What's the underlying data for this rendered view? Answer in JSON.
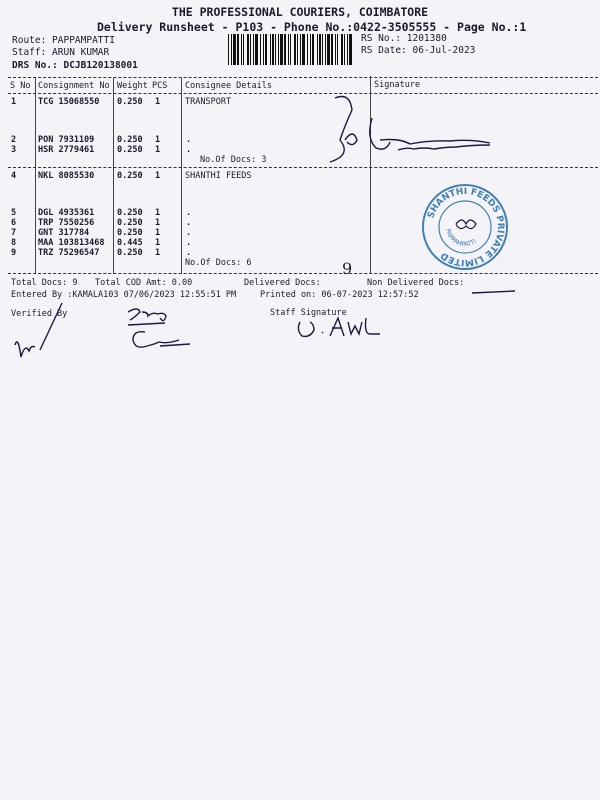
{
  "header": {
    "company": "THE PROFESSIONAL COURIERS, COIMBATORE",
    "subtitle": "Delivery Runsheet - P103 - Phone No.:0422-3505555 - Page No.:1",
    "route": "Route: PAPPAMPATTI",
    "staff": "Staff: ARUN KUMAR",
    "drs": "DRS No.: DCJB120138001",
    "rs_no": "RS No.: 1201380",
    "rs_date": "RS Date: 06-Jul-2023"
  },
  "columns": [
    "S No",
    "Consignment No",
    "Weight",
    "PCS",
    "Consignee Details",
    "Signature"
  ],
  "groups": [
    {
      "consignee": "TRANSPORT",
      "docs": "No.Of Docs: 3",
      "rows": [
        {
          "sno": "1",
          "cn": "TCG 15068550",
          "weight": "0.250",
          "pcs": "1",
          "detail": ""
        },
        {
          "sno": "2",
          "cn": "PON 7931109",
          "weight": "0.250",
          "pcs": "1",
          "detail": "."
        },
        {
          "sno": "3",
          "cn": "HSR 2779461",
          "weight": "0.250",
          "pcs": "1",
          "detail": "."
        }
      ]
    },
    {
      "consignee": "SHANTHI FEEDS",
      "docs": "No.Of Docs: 6",
      "rows": [
        {
          "sno": "4",
          "cn": "NKL 8085530",
          "weight": "0.250",
          "pcs": "1",
          "detail": ""
        },
        {
          "sno": "5",
          "cn": "DGL 4935361",
          "weight": "0.250",
          "pcs": "1",
          "detail": "."
        },
        {
          "sno": "6",
          "cn": "TRP 7550256",
          "weight": "0.250",
          "pcs": "1",
          "detail": "."
        },
        {
          "sno": "7",
          "cn": "GNT 317784",
          "weight": "0.250",
          "pcs": "1",
          "detail": "."
        },
        {
          "sno": "8",
          "cn": "MAA 103813468",
          "weight": "0.445",
          "pcs": "1",
          "detail": "."
        },
        {
          "sno": "9",
          "cn": "TRZ 75296547",
          "weight": "0.250",
          "pcs": "1",
          "detail": "."
        }
      ]
    }
  ],
  "footer": {
    "total_docs": "Total Docs:   9",
    "total_cod": "Total COD Amt:    0.00",
    "delivered": "Delivered Docs:",
    "delivered_hand": "9",
    "non_delivered": "Non Delivered Docs:",
    "entered_by": "Entered By :KAMALA103 07/06/2023 12:55:51 PM",
    "printed_on": "Printed on: 06-07-2023 12:57:52",
    "verified_by": "Verified By",
    "staff_signature": "Staff Signature"
  },
  "stamp": {
    "outer": "SHANTHI FEEDS PRIVATE LIMITED",
    "inner": "PAPPAMPATTI"
  }
}
